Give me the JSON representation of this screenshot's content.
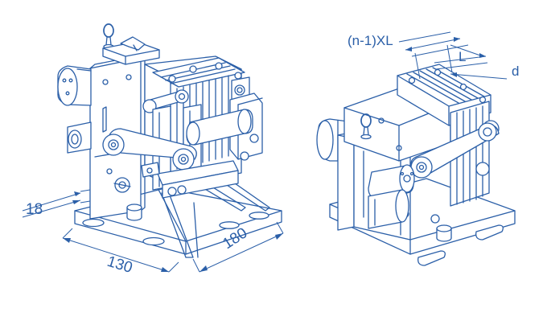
{
  "colors": {
    "line": "#2b5fa8",
    "background": "#ffffff"
  },
  "left_view": {
    "dimensions": {
      "d18": "18",
      "d130": "130",
      "d180": "180"
    }
  },
  "right_view": {
    "dimensions": {
      "pitch": "(n-1)XL",
      "length": "L",
      "diameter": "d"
    }
  }
}
